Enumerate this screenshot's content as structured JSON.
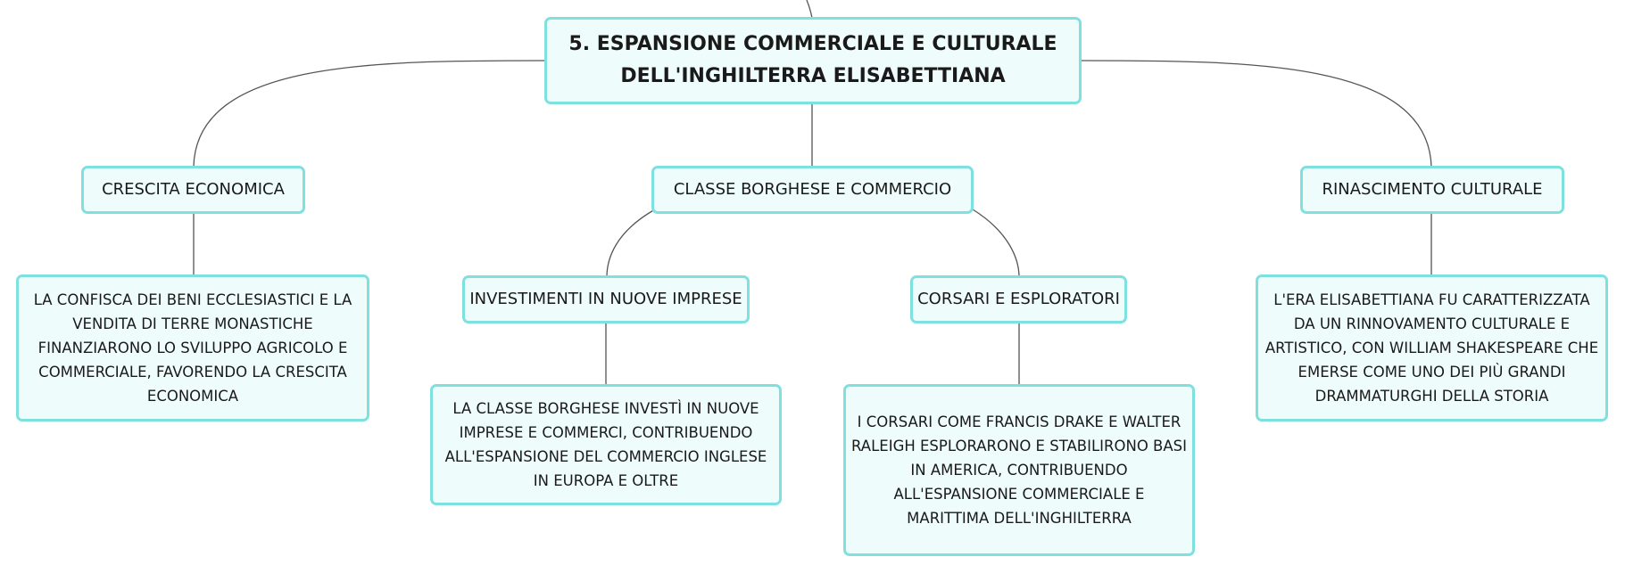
{
  "mindmap": {
    "root": {
      "title": "5. ESPANSIONE COMMERCIALE E CULTURALE DELL'INGHILTERRA ELISABETTIANA"
    },
    "branches": {
      "crescita": {
        "label": "CRESCITA ECONOMICA",
        "detail": "LA CONFISCA DEI BENI ECCLESIASTICI E LA VENDITA DI TERRE MONASTICHE FINANZIARONO LO SVILUPPO AGRICOLO E COMMERCIALE, FAVORENDO LA CRESCITA ECONOMICA"
      },
      "classe": {
        "label": "CLASSE BORGHESE E COMMERCIO",
        "investimenti": {
          "label": "INVESTIMENTI IN NUOVE IMPRESE",
          "detail": "LA CLASSE BORGHESE INVESTÌ IN NUOVE IMPRESE E COMMERCI, CONTRIBUENDO ALL'ESPANSIONE DEL COMMERCIO INGLESE IN EUROPA E OLTRE"
        },
        "corsari": {
          "label": "CORSARI E ESPLORATORI",
          "detail": "I CORSARI COME FRANCIS DRAKE E WALTER RALEIGH ESPLORARONO E STABILIRONO BASI IN AMERICA, CONTRIBUENDO ALL'ESPANSIONE COMMERCIALE E MARITTIMA DELL'INGHILTERRA"
        }
      },
      "rinascimento": {
        "label": "RINASCIMENTO CULTURALE",
        "detail": "L'ERA ELISABETTIANA FU CARATTERIZZATA DA UN RINNOVAMENTO CULTURALE E ARTISTICO, CON WILLIAM SHAKESPEARE CHE EMERSE COME UNO DEI PIÙ GRANDI DRAMMATURGHI DELLA STORIA"
      }
    }
  },
  "colors": {
    "node_fill": "#effcfc",
    "node_border": "#7fe0e0",
    "connector": "#555555",
    "text": "#1a1a1a"
  }
}
